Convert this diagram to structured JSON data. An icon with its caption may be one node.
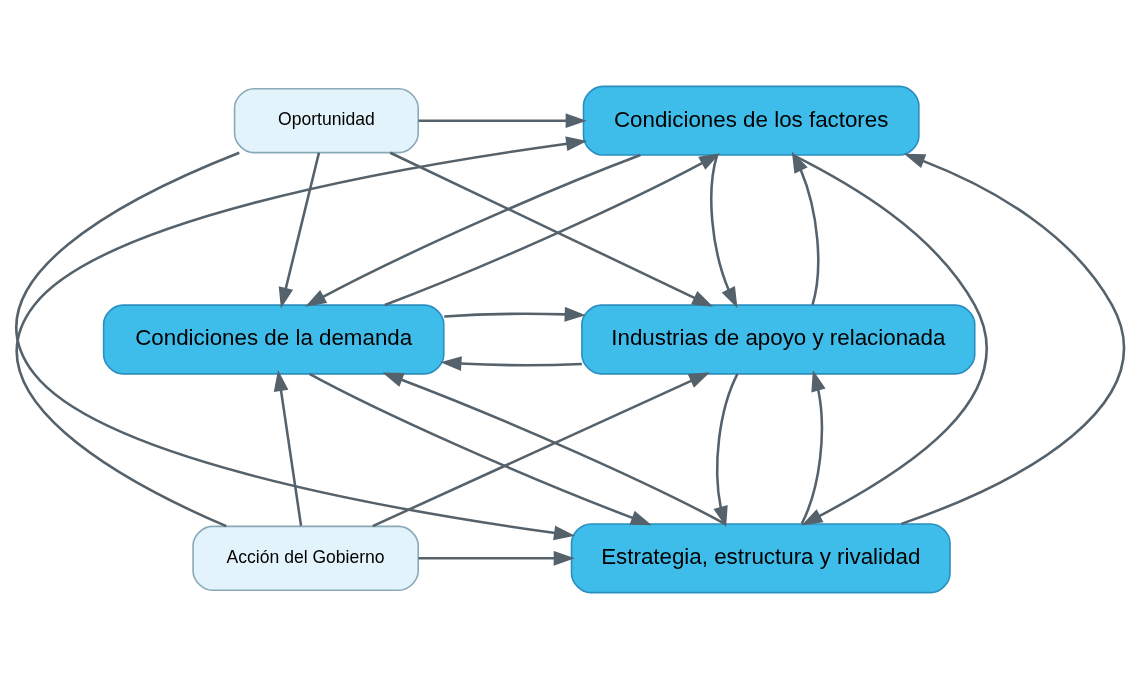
{
  "diagram": {
    "nodes": [
      {
        "text": [
          "Oportunidad"
        ]
      },
      {
        "text": [
          "Condiciones de los factores"
        ]
      },
      {
        "text": [
          "Condiciones de la demanda"
        ]
      },
      {
        "text": [
          "Industrias de apoyo y relacionada"
        ]
      },
      {
        "text": [
          "Estrategia, estructura y rivalidad"
        ]
      },
      {
        "text": [
          "Acción del Gobierno"
        ]
      }
    ],
    "edges": [
      {
        "from": 0,
        "to": 1,
        "arrow": "to"
      },
      {
        "from": 0,
        "to": 2,
        "arrow": "to"
      },
      {
        "from": 0,
        "to": 3,
        "arrow": "to"
      },
      {
        "from": 0,
        "to": 4,
        "arrow": "to"
      },
      {
        "from": 1,
        "to": 2,
        "arrow": "to"
      },
      {
        "from": 2,
        "to": 1,
        "arrow": "to"
      },
      {
        "from": 1,
        "to": 4,
        "arrow": "to"
      },
      {
        "from": 4,
        "to": 1,
        "arrow": "to"
      },
      {
        "from": 1,
        "to": 3,
        "arrow": "to"
      },
      {
        "from": 3,
        "to": 1,
        "arrow": "to"
      },
      {
        "from": 3,
        "to": 2,
        "arrow": "to"
      },
      {
        "from": 2,
        "to": 3,
        "arrow": "to"
      },
      {
        "from": 3,
        "to": 4,
        "arrow": "to"
      },
      {
        "from": 4,
        "to": 3,
        "arrow": "to"
      },
      {
        "from": 2,
        "to": 4,
        "arrow": "to"
      },
      {
        "from": 4,
        "to": 2,
        "arrow": "to"
      },
      {
        "from": 5,
        "to": 2,
        "arrow": "to"
      },
      {
        "from": 5,
        "to": 1,
        "arrow": "to"
      },
      {
        "from": 5,
        "to": 4,
        "arrow": "to"
      },
      {
        "from": 5,
        "to": 3,
        "arrow": "to"
      }
    ]
  }
}
